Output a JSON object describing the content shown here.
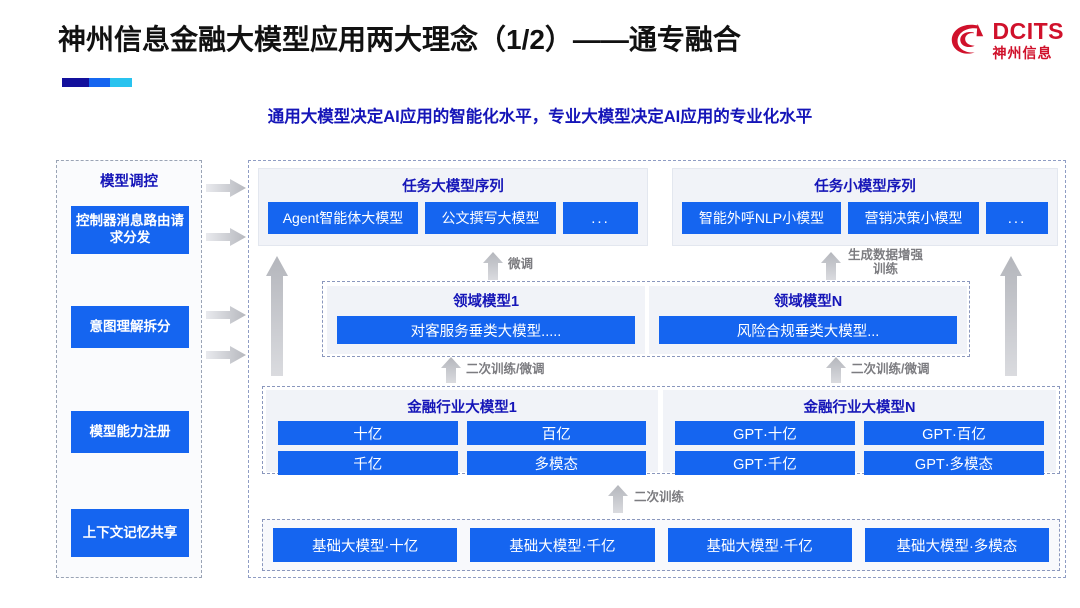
{
  "header": {
    "title": "神州信息金融大模型应用两大理念（1/2）——通专融合",
    "subtitle": "通用大模型决定AI应用的智能化水平，专业大模型决定AI应用的专业化水平",
    "logo_en": "DCITS",
    "logo_cn": "神州信息"
  },
  "colors": {
    "chip_blue": "#1565f0",
    "title_blue": "#1515b8",
    "logo_red": "#d0112b",
    "accent_navy": "#13109c",
    "accent_cyan": "#29c3ef",
    "arrow_gray": "#c9cacf"
  },
  "sidebar": {
    "title": "模型调控",
    "items": [
      {
        "label": "控制器消息路由请求分发"
      },
      {
        "label": "意图理解拆分"
      },
      {
        "label": "模型能力注册"
      },
      {
        "label": "上下文记忆共享"
      }
    ]
  },
  "task_sequences": [
    {
      "title": "任务大模型序列",
      "chips": [
        "Agent智能体大模型",
        "公文撰写大模型",
        "..."
      ]
    },
    {
      "title": "任务小模型序列",
      "chips": [
        "智能外呼NLP小模型",
        "营销决策小模型",
        "..."
      ]
    }
  ],
  "domain_models": [
    {
      "title": "领域模型1",
      "bar": "对客服务垂类大模型....."
    },
    {
      "title": "领域模型N",
      "bar": "风险合规垂类大模型..."
    }
  ],
  "industry_models": [
    {
      "title": "金融行业大模型1",
      "chips": [
        "十亿",
        "百亿",
        "千亿",
        "多模态"
      ]
    },
    {
      "title": "金融行业大模型N",
      "chips": [
        "GPT·十亿",
        "GPT·百亿",
        "GPT·千亿",
        "GPT·多模态"
      ]
    }
  ],
  "base_models": [
    "基础大模型·十亿",
    "基础大模型·千亿",
    "基础大模型·千亿",
    "基础大模型·多模态"
  ],
  "arrow_labels": {
    "finetune": "微调",
    "data_aug_line1": "生成数据增强",
    "data_aug_line2": "训练",
    "retrain_finetune_left": "二次训练/微调",
    "retrain_finetune_right": "二次训练/微调",
    "retrain": "二次训练"
  }
}
